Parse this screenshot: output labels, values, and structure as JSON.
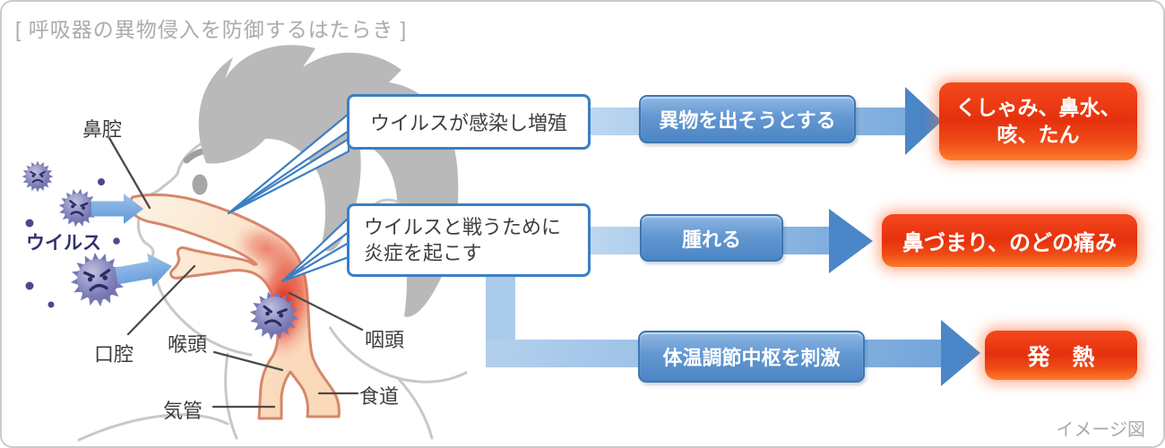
{
  "title": "[ 呼吸器の異物侵入を防御するはたらき ]",
  "footnote": "イメージ図",
  "anatomy": {
    "nasal_cavity": "鼻腔",
    "virus": "ウイルス",
    "oral_cavity": "口腔",
    "larynx": "喉頭",
    "trachea": "気管",
    "pharynx": "咽頭",
    "esophagus": "食道"
  },
  "callouts": {
    "infection": "ウイルスが感染し増殖",
    "inflammation_line1": "ウイルスと戦うために",
    "inflammation_line2": "炎症を起こす"
  },
  "flows": [
    {
      "action": "異物を出そうとする",
      "result_line1": "くしゃみ、鼻水、",
      "result_line2": "咳、たん"
    },
    {
      "action": "腫れる",
      "result": "鼻づまり、のどの痛み"
    },
    {
      "action": "体温調節中枢を刺激",
      "result": "発　熱"
    }
  ],
  "colors": {
    "flow_arrow_blue": "#4a86c8",
    "band_blue": "#abcbea",
    "action_box_blue": "#4c86c5",
    "result_red": "#e5310e",
    "callout_border": "#3b7fc4",
    "virus_purple": "#7c7cb6",
    "tract_outline": "#d6876a",
    "inflamed_red": "#dc2616",
    "title_gray": "#ababab"
  }
}
